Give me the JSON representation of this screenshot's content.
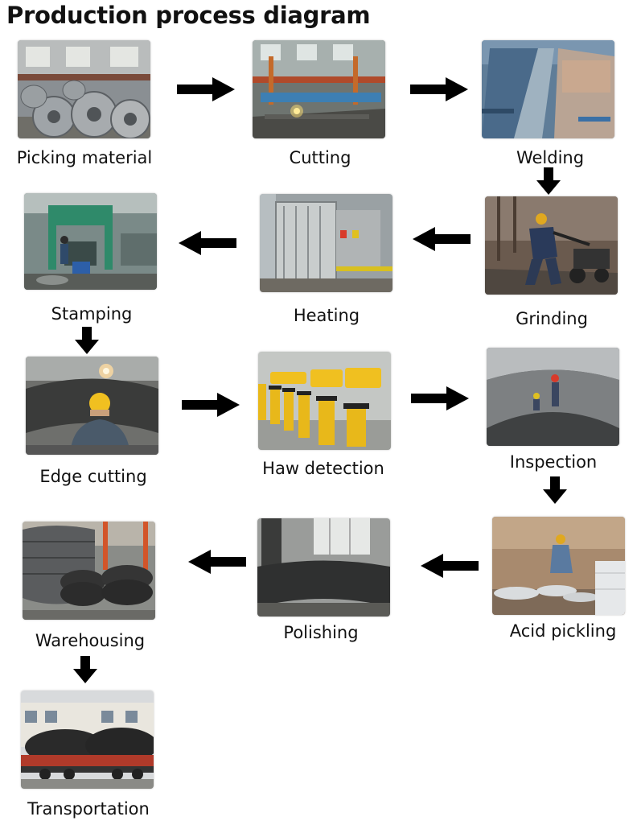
{
  "title": "Production process diagram",
  "steps": [
    {
      "label": "Picking material",
      "icon": "steel-coils-photo"
    },
    {
      "label": "Cutting",
      "icon": "plasma-cutting-photo"
    },
    {
      "label": "Welding",
      "icon": "welding-line-photo"
    },
    {
      "label": "Grinding",
      "icon": "grinding-worker-photo"
    },
    {
      "label": "Heating",
      "icon": "heating-furnace-photo"
    },
    {
      "label": "Stamping",
      "icon": "hydraulic-press-photo"
    },
    {
      "label": "Edge cutting",
      "icon": "edge-cutting-photo"
    },
    {
      "label": "Haw detection",
      "icon": "xray-detector-photo"
    },
    {
      "label": "Inspection",
      "icon": "inspection-photo"
    },
    {
      "label": "Acid pickling",
      "icon": "acid-pickling-photo"
    },
    {
      "label": "Polishing",
      "icon": "polishing-photo"
    },
    {
      "label": "Warehousing",
      "icon": "warehouse-photo"
    },
    {
      "label": "Transportation",
      "icon": "truck-transport-photo"
    }
  ],
  "colors": {
    "arrow": "#000000",
    "text": "#111111"
  }
}
